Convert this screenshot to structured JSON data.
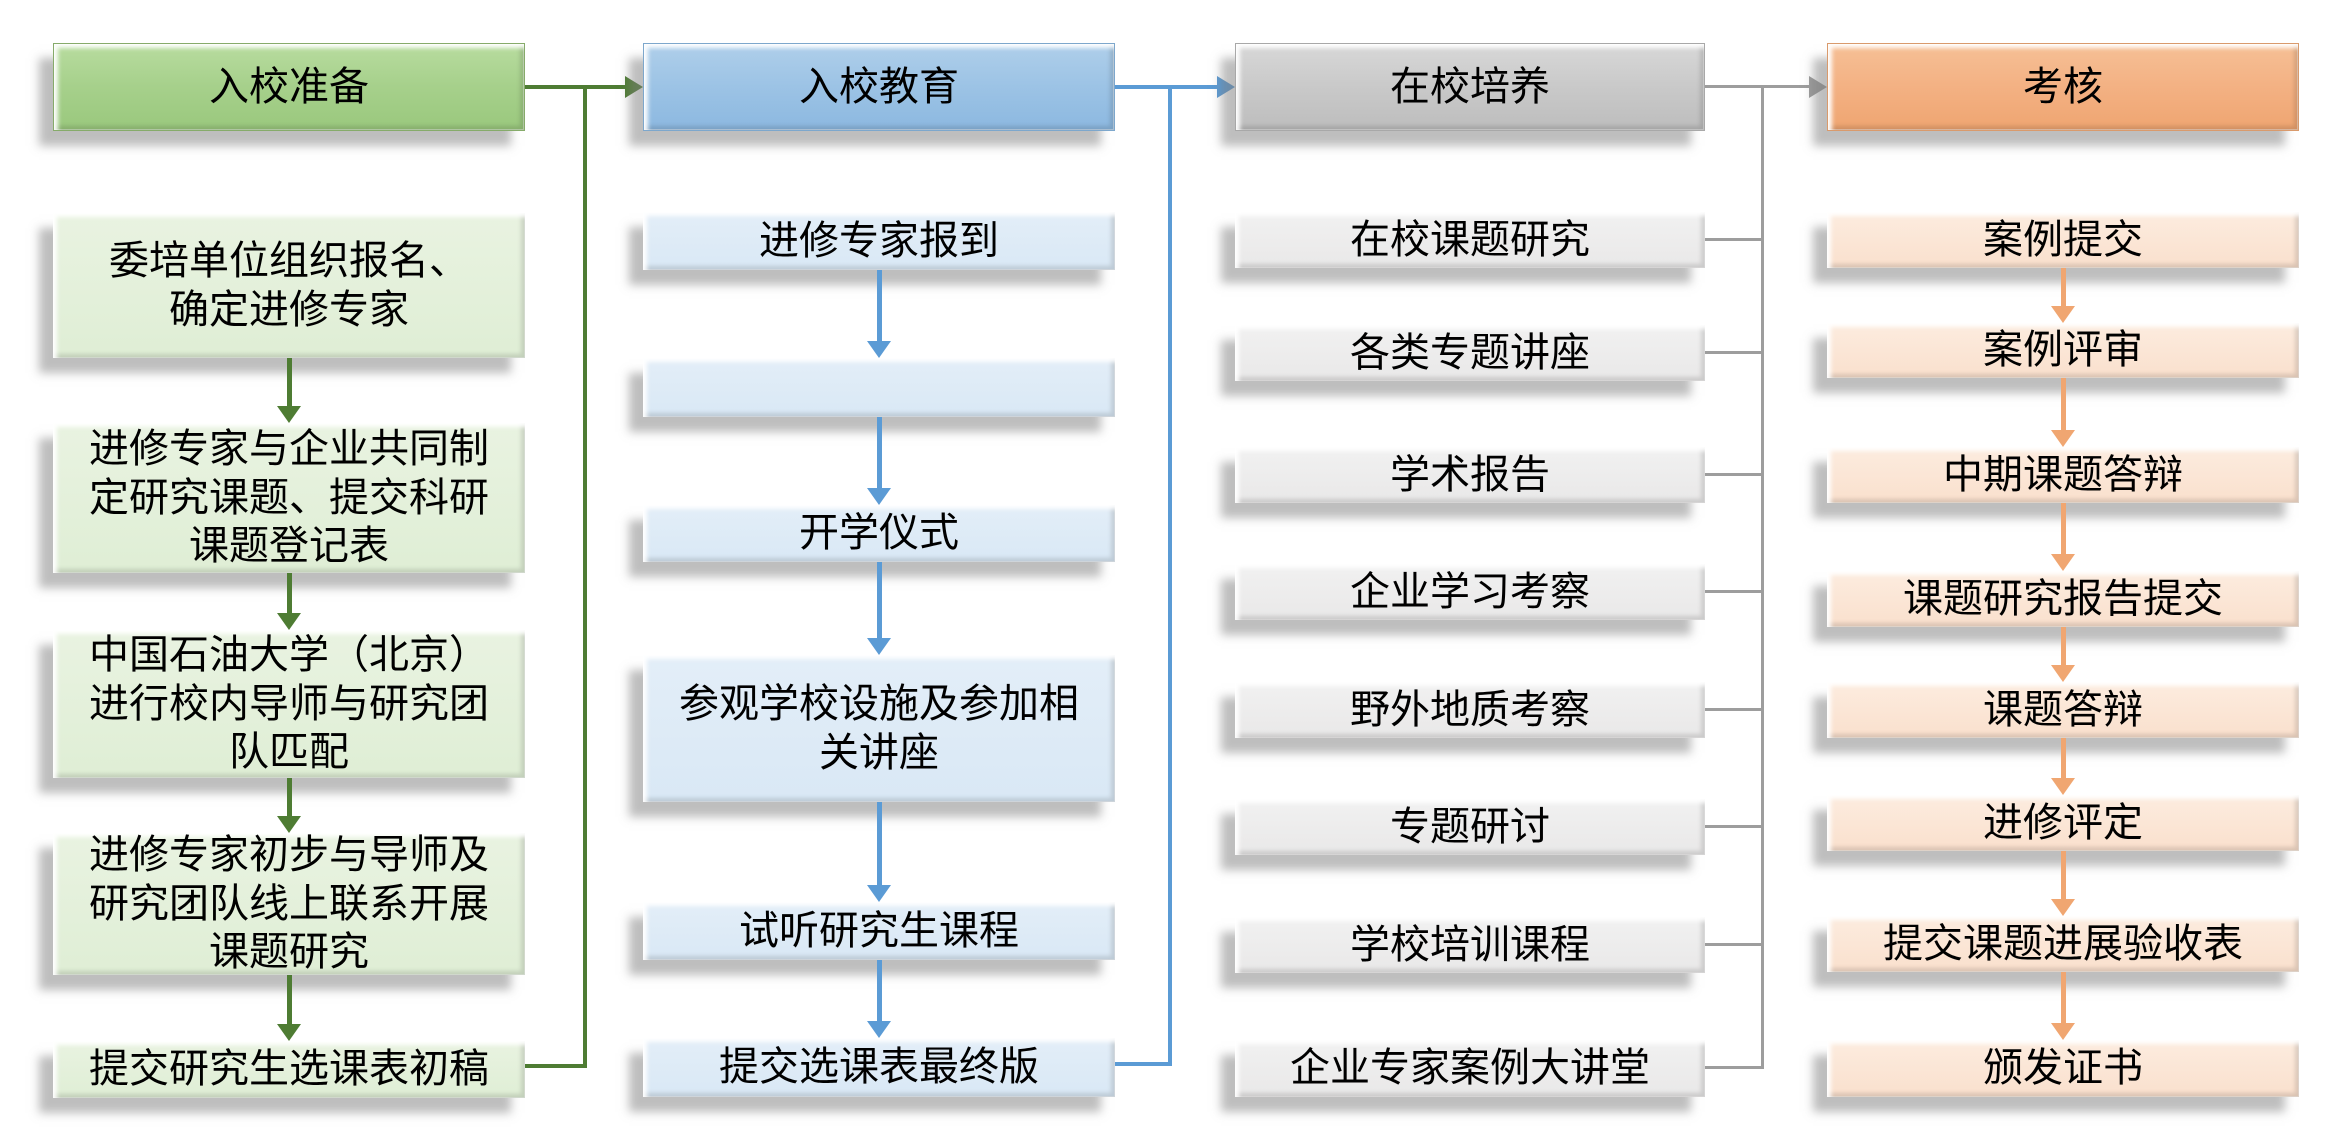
{
  "diagram": {
    "type": "flowchart",
    "columns": [
      {
        "id": "preparation",
        "header": "入校准备",
        "items": [
          "委培单位组织报名、\n确定进修专家",
          "进修专家与企业共同制\n定研究课题、提交科研\n课题登记表",
          "中国石油大学（北京）\n进行校内导师与研究团\n队匹配",
          "进修专家初步与导师及\n研究团队线上联系开展\n课题研究",
          "提交研究生选课表初稿"
        ]
      },
      {
        "id": "education",
        "header": "入校教育",
        "items": [
          "进修专家报到",
          "",
          "开学仪式",
          "参观学校设施及参加相\n关讲座",
          "试听研究生课程",
          "提交选课表最终版"
        ]
      },
      {
        "id": "training",
        "header": "在校培养",
        "items": [
          "在校课题研究",
          "各类专题讲座",
          "学术报告",
          "企业学习考察",
          "野外地质考察",
          "专题研讨",
          "学校培训课程",
          "企业专家案例大讲堂"
        ]
      },
      {
        "id": "assessment",
        "header": "考核",
        "items": [
          "案例提交",
          "案例评审",
          "中期课题答辩",
          "课题研究报告提交",
          "课题答辩",
          "进修评定",
          "提交课题进展验收表",
          "颁发证书"
        ]
      }
    ],
    "colors": {
      "header_green": "#a6d08b",
      "item_green": "#e3efda",
      "header_blue": "#9cc3e5",
      "item_blue": "#dceaf6",
      "header_gray": "#c9c9c9",
      "item_gray": "#ededed",
      "header_orange": "#f3b183",
      "item_orange": "#fbe5d6",
      "line_green": "#4e7c33",
      "line_blue": "#5b9bd5",
      "line_gray": "#9d9d9d",
      "arrow_orange": "#f0a671",
      "text": "#000000"
    }
  }
}
